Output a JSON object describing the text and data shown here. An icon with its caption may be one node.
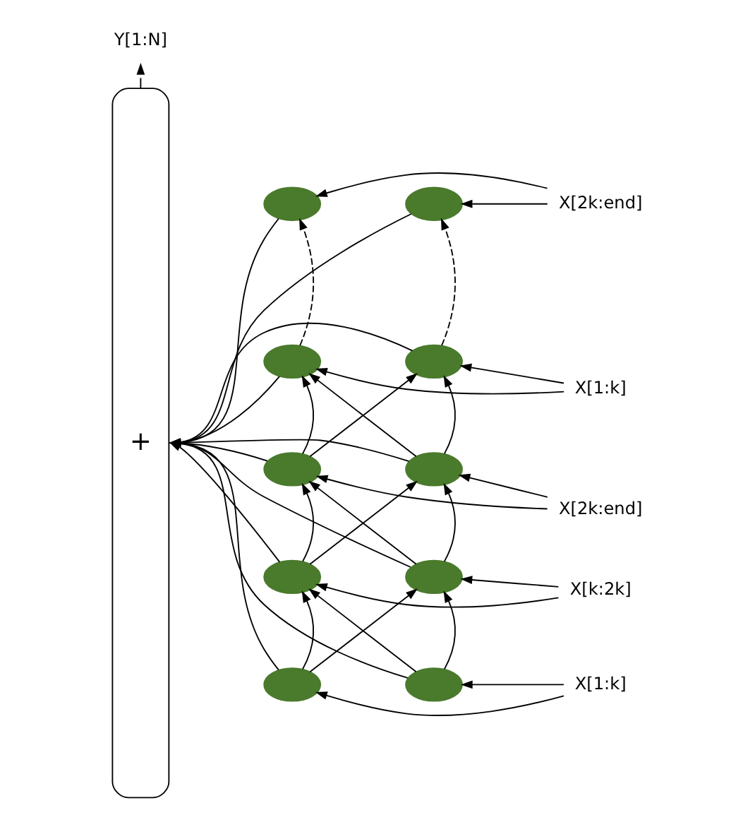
{
  "diagram": {
    "nodes": [
      {
        "text": [
          "+"
        ]
      },
      {
        "text": [
          "Y[1:N]"
        ]
      },
      {
        "text": [],
        "shape": "circle"
      },
      {
        "text": [],
        "shape": "circle"
      },
      {
        "text": [],
        "shape": "circle"
      },
      {
        "text": [],
        "shape": "circle"
      },
      {
        "text": [],
        "shape": "circle"
      },
      {
        "text": [],
        "shape": "circle"
      },
      {
        "text": [],
        "shape": "circle"
      },
      {
        "text": [],
        "shape": "circle"
      },
      {
        "text": [],
        "shape": "circle"
      },
      {
        "text": [],
        "shape": "circle"
      },
      {
        "text": [
          "X[2k:end]"
        ]
      },
      {
        "text": [
          "X[1:k]"
        ]
      },
      {
        "text": [
          "X[2k:end]"
        ]
      },
      {
        "text": [
          "X[k:2k]"
        ]
      },
      {
        "text": [
          "X[1:k]"
        ]
      }
    ],
    "edges": [
      {
        "from": 0,
        "to": 1,
        "arrow": "to"
      },
      {
        "from": 2,
        "to": 0,
        "arrow": "to"
      },
      {
        "from": 3,
        "to": 0,
        "arrow": "to"
      },
      {
        "from": 4,
        "to": 0,
        "arrow": "to"
      },
      {
        "from": 5,
        "to": 0,
        "arrow": "to"
      },
      {
        "from": 6,
        "to": 0,
        "arrow": "to"
      },
      {
        "from": 7,
        "to": 0,
        "arrow": "to"
      },
      {
        "from": 8,
        "to": 0,
        "arrow": "to"
      },
      {
        "from": 9,
        "to": 0,
        "arrow": "to"
      },
      {
        "from": 10,
        "to": 0,
        "arrow": "to"
      },
      {
        "from": 11,
        "to": 0,
        "arrow": "to"
      },
      {
        "from": 4,
        "to": 2,
        "arrow": "to",
        "style": "dashed"
      },
      {
        "from": 5,
        "to": 3,
        "arrow": "to",
        "style": "dashed"
      },
      {
        "from": 6,
        "to": 4,
        "arrow": "to"
      },
      {
        "from": 8,
        "to": 6,
        "arrow": "to"
      },
      {
        "from": 10,
        "to": 8,
        "arrow": "to"
      },
      {
        "from": 7,
        "to": 5,
        "arrow": "to"
      },
      {
        "from": 9,
        "to": 7,
        "arrow": "to"
      },
      {
        "from": 11,
        "to": 9,
        "arrow": "to"
      },
      {
        "from": 7,
        "to": 4,
        "arrow": "to"
      },
      {
        "from": 9,
        "to": 6,
        "arrow": "to"
      },
      {
        "from": 11,
        "to": 8,
        "arrow": "to"
      },
      {
        "from": 6,
        "to": 5,
        "arrow": "to"
      },
      {
        "from": 8,
        "to": 7,
        "arrow": "to"
      },
      {
        "from": 10,
        "to": 9,
        "arrow": "to"
      },
      {
        "from": 12,
        "to": 2,
        "arrow": "to"
      },
      {
        "from": 12,
        "to": 3,
        "arrow": "to"
      },
      {
        "from": 13,
        "to": 4,
        "arrow": "to"
      },
      {
        "from": 13,
        "to": 5,
        "arrow": "to"
      },
      {
        "from": 14,
        "to": 6,
        "arrow": "to"
      },
      {
        "from": 14,
        "to": 7,
        "arrow": "to"
      },
      {
        "from": 15,
        "to": 8,
        "arrow": "to"
      },
      {
        "from": 15,
        "to": 9,
        "arrow": "to"
      },
      {
        "from": 16,
        "to": 10,
        "arrow": "to"
      },
      {
        "from": 16,
        "to": 11,
        "arrow": "to"
      }
    ]
  }
}
